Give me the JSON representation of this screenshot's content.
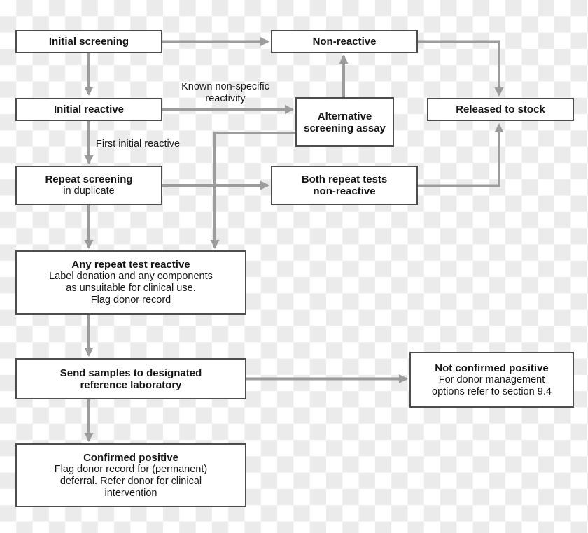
{
  "nodes": {
    "initial_screening": {
      "label": "Initial screening"
    },
    "non_reactive": {
      "label": "Non-reactive"
    },
    "released_to_stock": {
      "label": "Released to stock"
    },
    "initial_reactive": {
      "label": "Initial reactive"
    },
    "alternative_screening_assay": {
      "label": [
        "Alternative",
        "screening assay"
      ]
    },
    "repeat_screening": {
      "label": "Repeat screening",
      "body": "in duplicate"
    },
    "both_repeat_tests": {
      "label": [
        "Both repeat tests",
        "non-reactive"
      ]
    },
    "any_repeat_test_reactive": {
      "label": "Any repeat test reactive",
      "body": [
        "Label donation and any components",
        "as unsuitable for clinical use.",
        "Flag donor record"
      ]
    },
    "send_samples": {
      "label": [
        "Send samples to designated",
        "reference laboratory"
      ]
    },
    "not_confirmed_positive": {
      "label": "Not confirmed positive",
      "body": [
        "For donor management",
        "options refer to section 9.4"
      ]
    },
    "confirmed_positive": {
      "label": "Confirmed positive",
      "body": [
        "Flag donor record for (permanent)",
        "deferral. Refer donor for clinical",
        "intervention"
      ]
    }
  },
  "edge_labels": {
    "known_non_specific": [
      "Known non-specific",
      "reactivity"
    ],
    "first_initial_reactive": "First initial reactive"
  },
  "colors": {
    "arrow": "#9c9c9c",
    "box_border": "#4d4d4d",
    "box_fill": "#ffffff",
    "text": "#161616",
    "checker_white": "#ffffff",
    "checker_gray": "#ebebeb"
  }
}
